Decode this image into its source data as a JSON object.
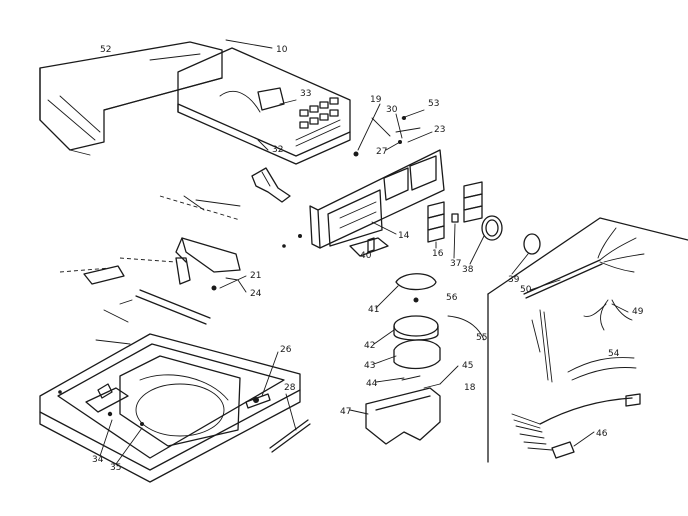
{
  "diagram": {
    "callouts": [
      "52",
      "10",
      "33",
      "19",
      "30",
      "53",
      "32",
      "27",
      "23",
      "14",
      "16",
      "37",
      "38",
      "39",
      "40",
      "21",
      "24",
      "56",
      "41",
      "50",
      "49",
      "42",
      "55",
      "43",
      "54",
      "44",
      "45",
      "18",
      "47",
      "46",
      "26",
      "28",
      "34",
      "35"
    ]
  }
}
